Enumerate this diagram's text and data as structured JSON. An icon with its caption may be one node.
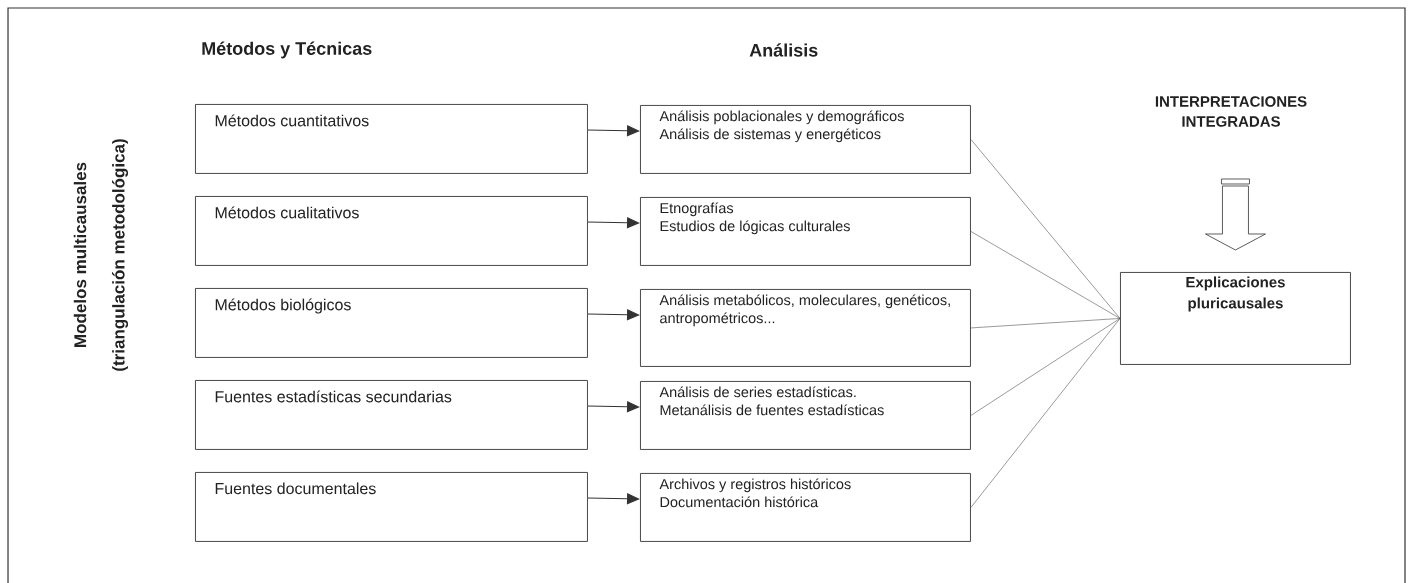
{
  "diagram": {
    "nodes": [
      {
        "text": [
          "Métodos cuantitativos"
        ]
      },
      {
        "text": [
          "Métodos cualitativos"
        ]
      },
      {
        "text": [
          "Métodos biológicos"
        ]
      },
      {
        "text": [
          "Fuentes estadísticas secundarias"
        ]
      },
      {
        "text": [
          "Fuentes documentales"
        ]
      },
      {
        "text": [
          "Análisis poblacionales y demográficos",
          "Análisis de sistemas y energéticos"
        ]
      },
      {
        "text": [
          "Etnografías",
          "Estudios de lógicas culturales"
        ]
      },
      {
        "text": [
          "Análisis metabólicos, moleculares, genéticos, antropométricos..."
        ]
      },
      {
        "text": [
          "Análisis de series estadísticas.",
          "Metanálisis de fuentes estadísticas"
        ]
      },
      {
        "text": [
          "Archivos y registros históricos",
          "Documentación histórica"
        ]
      },
      {
        "text": [
          "Explicaciones pluricausales"
        ]
      },
      {
        "text": [
          "INTERPRETACIONES INTEGRADAS"
        ]
      }
    ],
    "edges": [
      {
        "from": 0,
        "to": 5,
        "arrow": "to"
      },
      {
        "from": 1,
        "to": 6,
        "arrow": "to"
      },
      {
        "from": 2,
        "to": 7,
        "arrow": "to"
      },
      {
        "from": 3,
        "to": 8,
        "arrow": "to"
      },
      {
        "from": 4,
        "to": 9,
        "arrow": "to"
      },
      {
        "from": 5,
        "to": 10,
        "arrow": "none"
      },
      {
        "from": 6,
        "to": 10,
        "arrow": "none"
      },
      {
        "from": 7,
        "to": 10,
        "arrow": "none"
      },
      {
        "from": 8,
        "to": 10,
        "arrow": "none"
      },
      {
        "from": 9,
        "to": 10,
        "arrow": "none"
      },
      {
        "from": 11,
        "to": 10,
        "arrow": "to"
      }
    ],
    "labels": [
      "Métodos y Técnicas",
      "Análisis",
      "Modelos multicausales",
      "(triangulación metodológica)"
    ]
  }
}
